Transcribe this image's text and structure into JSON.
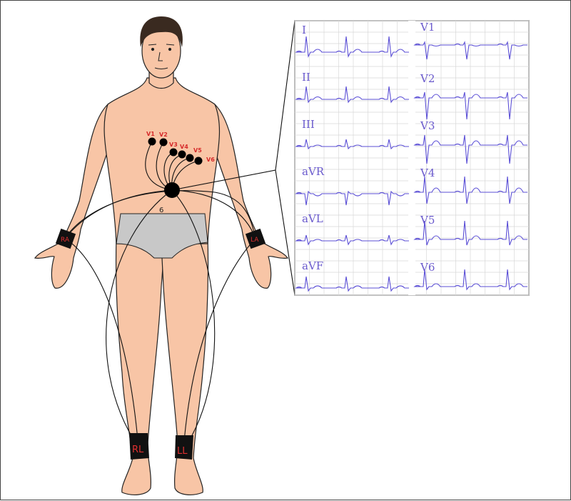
{
  "diagram": {
    "chest_electrodes": [
      "V1",
      "V2",
      "V3",
      "V4",
      "V5",
      "V6"
    ],
    "limb_electrodes": {
      "right_arm": "RA",
      "left_arm": "LA",
      "right_leg": "RL",
      "left_leg": "LL"
    },
    "navel_mark": "6",
    "ecg": {
      "left_leads": [
        "I",
        "II",
        "III",
        "aVR",
        "aVL",
        "aVF"
      ],
      "right_leads": [
        "V1",
        "V2",
        "V3",
        "V4",
        "V5",
        "V6"
      ]
    },
    "colors": {
      "skin": "#f8c5a6",
      "trace": "#5b4fd6",
      "grid": "#d8d8d8",
      "electrode_label": "#d62a2a",
      "underwear": "#c8c8c8"
    }
  }
}
